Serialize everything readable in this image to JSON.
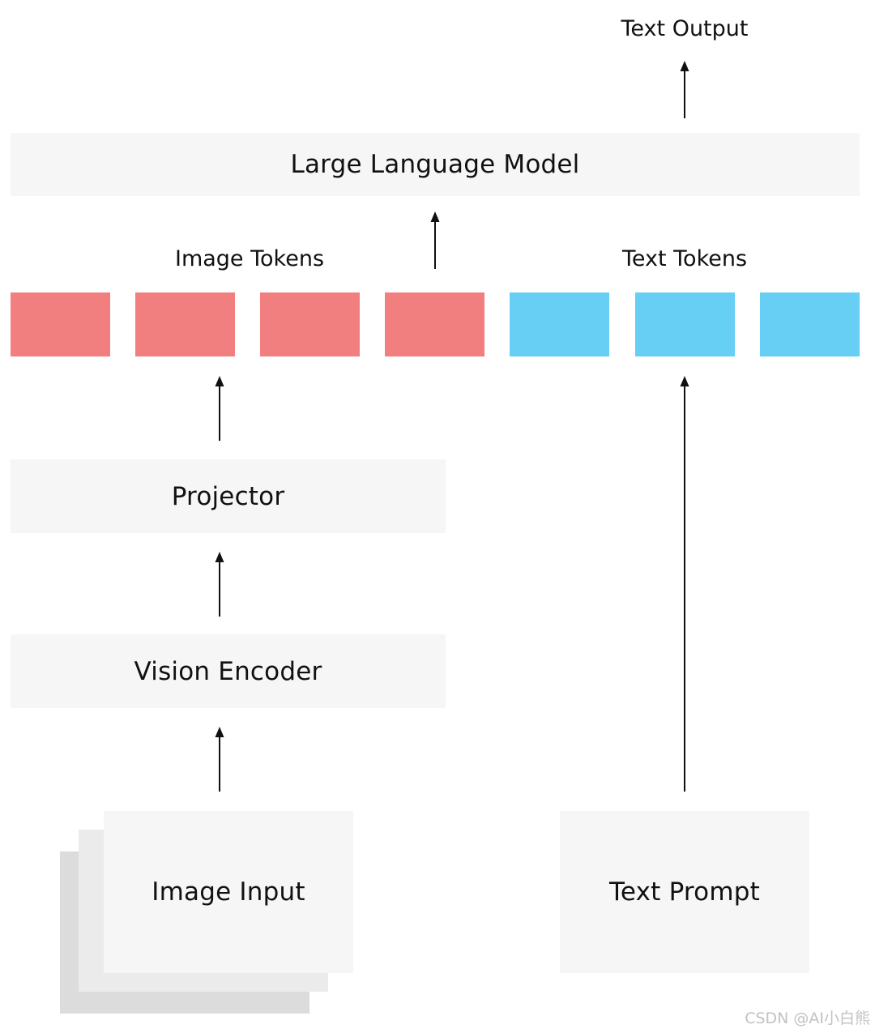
{
  "output_label": "Text Output",
  "llm_label": "Large Language Model",
  "image_tokens_label": "Image Tokens",
  "text_tokens_label": "Text Tokens",
  "projector_label": "Projector",
  "vision_encoder_label": "Vision Encoder",
  "image_input_label": "Image Input",
  "text_prompt_label": "Text Prompt",
  "image_token_count": 4,
  "text_token_count": 3,
  "colors": {
    "image_token": "#f27f80",
    "text_token": "#66cff3",
    "box": "#f6f6f6"
  },
  "watermark": "CSDN @AI小白熊"
}
